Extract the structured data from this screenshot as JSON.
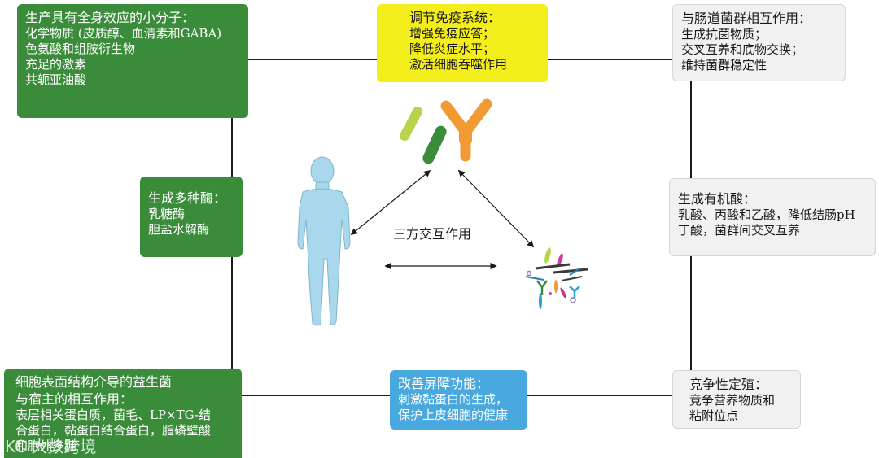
{
  "boxes": {
    "top_left": {
      "title": "生产具有全身效应的小分子：",
      "lines": [
        "化学物质 (皮质醇、血清素和GABA)",
        "色氨酸和组胺衍生物",
        "充足的激素",
        "共轭亚油酸"
      ]
    },
    "top_center": {
      "title": "调节免疫系统：",
      "lines": [
        "增强免疫应答；",
        "降低炎症水平；",
        "激活细胞吞噬作用"
      ]
    },
    "top_right": {
      "title": "与肠道菌群相互作用：",
      "lines": [
        "生成抗菌物质；",
        "交叉互养和底物交换；",
        "维持菌群稳定性"
      ]
    },
    "mid_left": {
      "title": "生成多种酶：",
      "lines": [
        "乳糖酶",
        "胆盐水解酶"
      ]
    },
    "mid_right": {
      "title": "生成有机酸：",
      "lines": [
        "乳酸、丙酸和乙酸，降低结肠pH",
        "丁酸，菌群间交叉互养"
      ]
    },
    "bottom_left": {
      "title": "细胞表面结构介导的益生菌",
      "lines": [
        "与宿主的相互作用：",
        "表层相关蛋白质，菌毛、LP×TG-结",
        "合蛋白，黏蛋白结合蛋白，脂磷壁酸",
        "和胞外多糖"
      ]
    },
    "bottom_center": {
      "title": "改善屏障功能：",
      "lines": [
        "刺激黏蛋白的生成，",
        "保护上皮细胞的健康"
      ]
    },
    "bottom_right": {
      "title": "竞争性定殖：",
      "lines": [
        "竞争营养物质和",
        "粘附位点"
      ]
    }
  },
  "center_label": "三方交互作用",
  "watermark": "KC 大数跨境",
  "colors": {
    "green_box": "#3a8c3a",
    "yellow_box": "#f4ee1c",
    "blue_box": "#49a8dd",
    "gray_box": "#f1f1f1",
    "human": "#a9d8ec",
    "bacteria_lime": "#b6d54a",
    "bacteria_green": "#3a8c3a",
    "antibody": "#f19a32"
  },
  "icons": [
    "human-figure-icon",
    "probiotic-bacteria-icon",
    "antibody-icon",
    "gut-microbiota-icon"
  ]
}
